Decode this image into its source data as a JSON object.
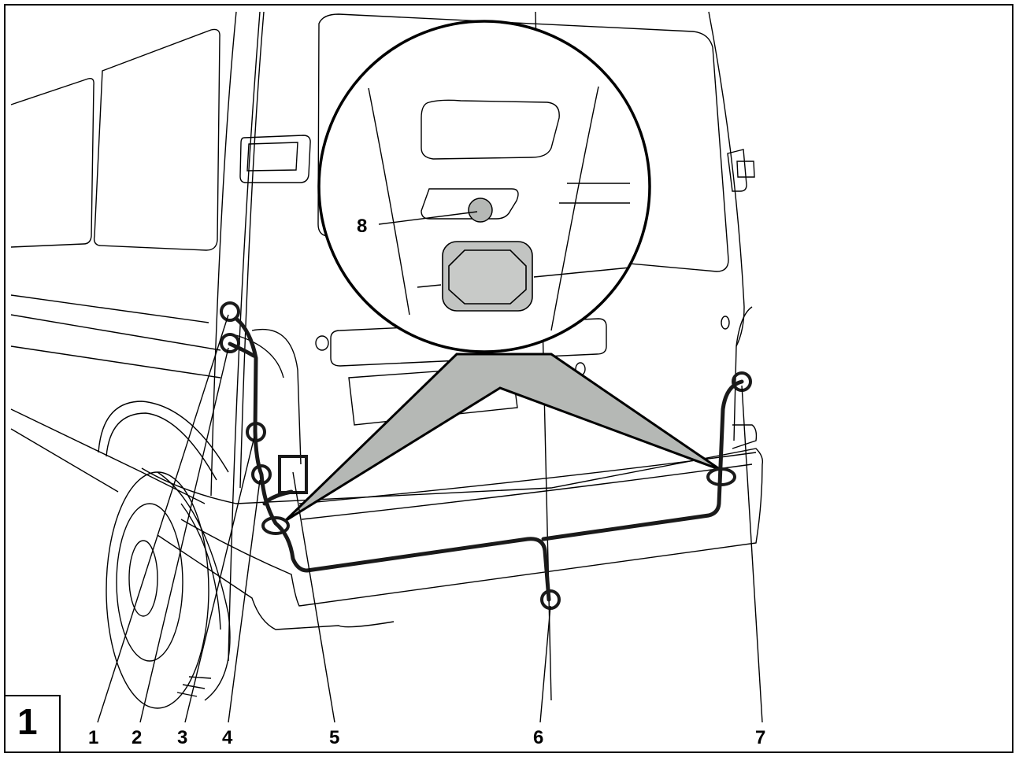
{
  "figure_number": "1",
  "callouts": [
    {
      "id": "1",
      "label": "1"
    },
    {
      "id": "2",
      "label": "2"
    },
    {
      "id": "3",
      "label": "3"
    },
    {
      "id": "4",
      "label": "4"
    },
    {
      "id": "5",
      "label": "5"
    },
    {
      "id": "6",
      "label": "6"
    },
    {
      "id": "7",
      "label": "7"
    },
    {
      "id": "8",
      "label": "8"
    }
  ],
  "colors": {
    "line": "#000000",
    "wire": "#1a1a1a",
    "shade": "#b5b8b5",
    "detail_fill": "#c2c4c2",
    "background": "#ffffff"
  },
  "icons": [
    "van-rear-illustration",
    "wiring-harness",
    "magnified-detail-circle",
    "socket-plug"
  ]
}
